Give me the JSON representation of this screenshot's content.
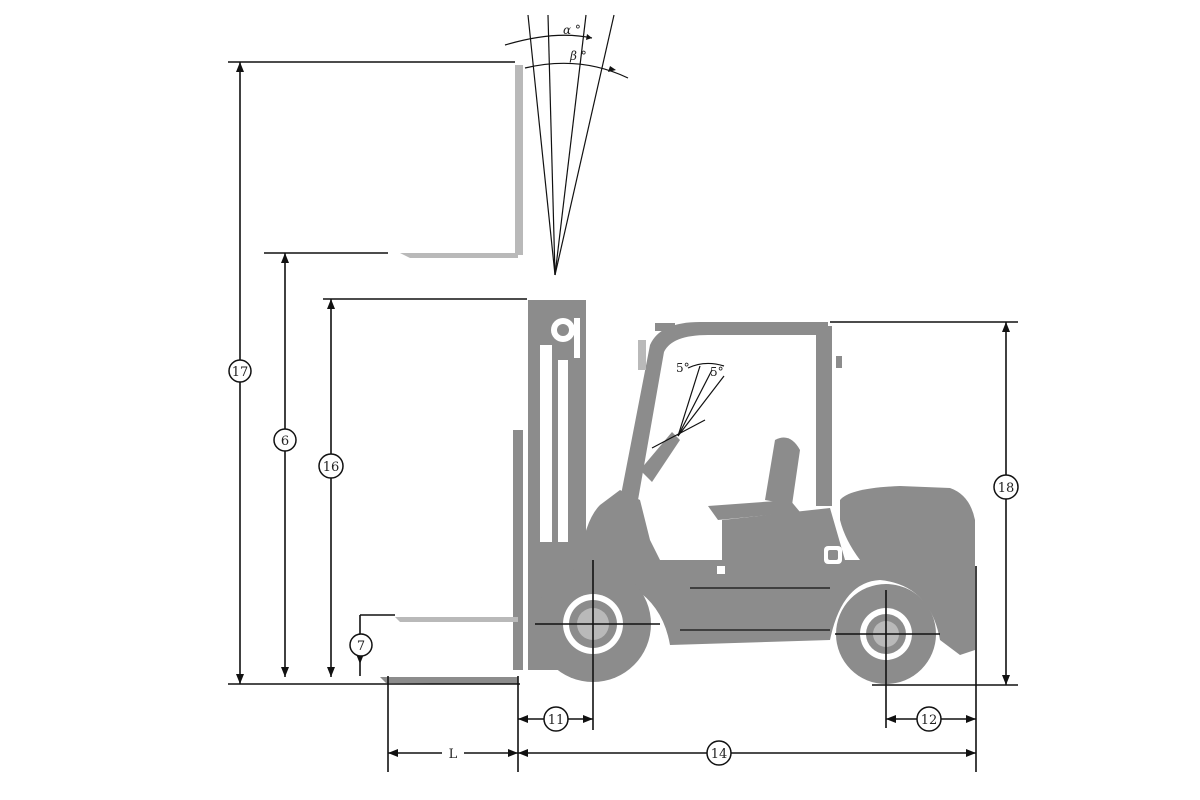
{
  "labels": {
    "dim17": "17",
    "dim6": "6",
    "dim16": "16",
    "dim7": "7",
    "dim18": "18",
    "dim11": "11",
    "dim12": "12",
    "dim14": "14",
    "dimL": "L",
    "alpha": "α °",
    "beta": "β °",
    "tiltFwd": "5°",
    "tiltBack": "5°"
  },
  "colors": {
    "body": "#8c8c8c",
    "line": "#111111"
  }
}
